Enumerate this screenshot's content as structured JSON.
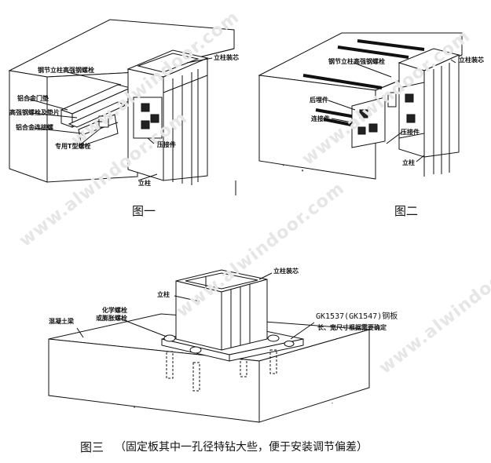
{
  "watermark": "www.alwindoor.com",
  "figures": {
    "fig1": {
      "caption": "图一",
      "labels": {
        "steel_bracket": "钢节立柱高强钢螺栓",
        "alu_gasket": "铝合金门垫",
        "steel_bolt": "高强钢螺栓及垫片",
        "alu_connector": "铝合金连接螺",
        "t_bolt": "专用T型螺栓",
        "post_profile": "立柱装芯",
        "pressure_plate": "压接件",
        "post": "立柱"
      }
    },
    "fig2": {
      "caption": "图二",
      "labels": {
        "steel_bracket": "钢节立柱高强钢螺栓",
        "post_profile": "立柱装芯",
        "anchor_bolt": "后埋件",
        "connector": "连接件",
        "pressure_plate": "压接件",
        "post": "立柱"
      }
    },
    "fig3": {
      "caption": "图三",
      "note": "（固定板其中一孔径特钻大些，便于安装调节偏差）",
      "labels": {
        "post_profile": "立柱装芯",
        "post": "立柱",
        "chem_anchor_1": "化学螺栓",
        "chem_anchor_2": "或膨胀螺栓",
        "concrete": "混凝土梁",
        "steel_plate_1": "GK1537(GK1547)钢板",
        "steel_plate_2": "长、宽尺寸根据需要确定"
      }
    }
  },
  "colors": {
    "line": "#111111",
    "watermark": "#e6e6e6",
    "background": "#ffffff"
  }
}
